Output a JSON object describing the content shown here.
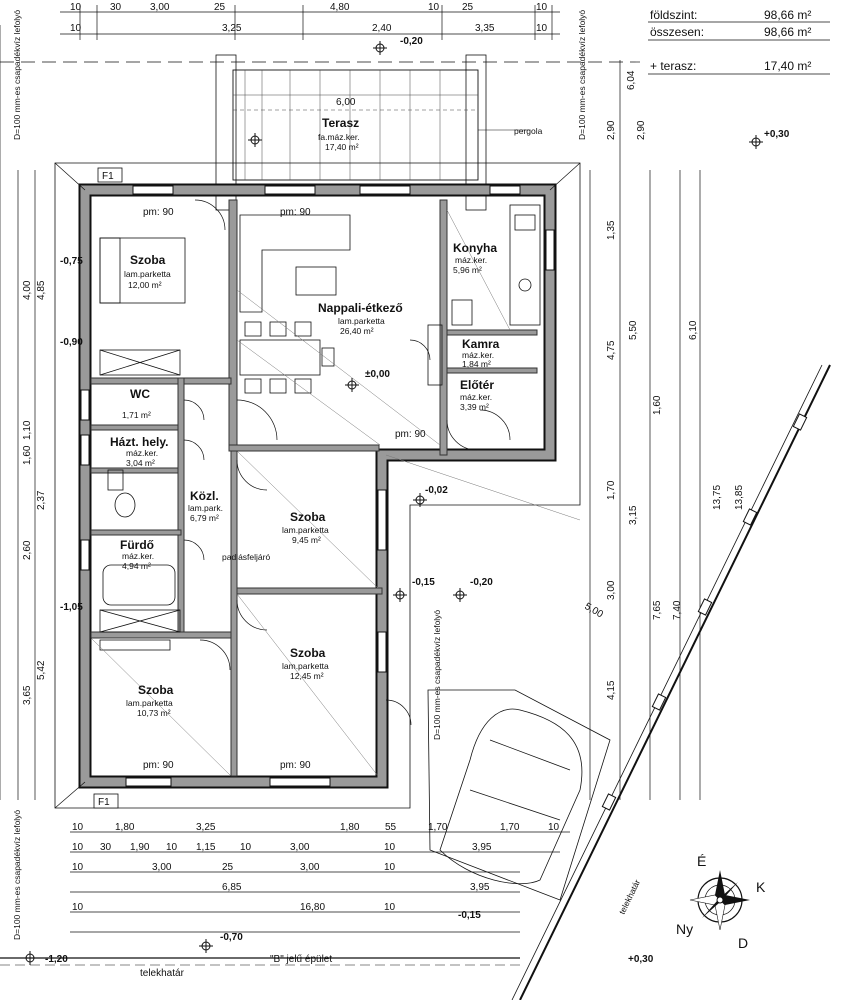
{
  "area_table": {
    "rows": [
      {
        "label": "földszint:",
        "value": "98,66 m²"
      },
      {
        "label": "összesen:",
        "value": "98,66 m²"
      },
      {
        "label": "+ terasz:",
        "value": "17,40 m²"
      }
    ]
  },
  "rooms": [
    {
      "id": "terasz",
      "name": "Terasz",
      "finish": "fa.máz.ker.",
      "area": "17,40 m²"
    },
    {
      "id": "szoba1",
      "name": "Szoba",
      "finish": "lam.parketta",
      "area": "12,00 m²"
    },
    {
      "id": "nappali",
      "name": "Nappali-étkező",
      "finish": "lam.parketta",
      "area": "26,40 m²"
    },
    {
      "id": "konyha",
      "name": "Konyha",
      "finish": "máz.ker.",
      "area": "5,96 m²"
    },
    {
      "id": "kamra",
      "name": "Kamra",
      "finish": "máz.ker.",
      "area": "1,84 m²"
    },
    {
      "id": "eloter",
      "name": "Előtér",
      "finish": "máz.ker.",
      "area": "3,39 m²"
    },
    {
      "id": "wc",
      "name": "WC",
      "finish": "",
      "area": "1,71 m²"
    },
    {
      "id": "haztartas",
      "name": "Házt. hely.",
      "finish": "máz.ker.",
      "area": "3,04 m²"
    },
    {
      "id": "kozl",
      "name": "Közl.",
      "finish": "lam.park.",
      "area": "6,79 m²"
    },
    {
      "id": "szoba2",
      "name": "Szoba",
      "finish": "lam.parketta",
      "area": "9,45 m²"
    },
    {
      "id": "furdo",
      "name": "Fürdő",
      "finish": "máz.ker.",
      "area": "4,94 m²"
    },
    {
      "id": "szoba3",
      "name": "Szoba",
      "finish": "lam.parketta",
      "area": "12,45 m²"
    },
    {
      "id": "szoba4",
      "name": "Szoba",
      "finish": "lam.parketta",
      "area": "10,73 m²"
    }
  ],
  "annotations": {
    "pergola": "pergola",
    "padlasfeljaro": "padlásfeljáró",
    "telekhatar": "telekhatár",
    "building_label": "\"B\" jelű épület",
    "gutter": "D=100 mm-es csapadékvíz lefolyó",
    "f1": "F1",
    "pm90": "pm: 90"
  },
  "levels": [
    "±0,00",
    "-0,02",
    "-0,15",
    "-0,20",
    "-0,70",
    "-1,20",
    "+0,30",
    "-0,20",
    "-0,75",
    "-0,90",
    "-1,05",
    "-0,15",
    "+0,30"
  ],
  "dimensions": {
    "top_row1": [
      "10",
      "30",
      "3,00",
      "25",
      "4,80",
      "10",
      "25",
      "10"
    ],
    "top_row2": [
      "10",
      "3,25",
      "2,40",
      "3,35",
      "10"
    ],
    "top_misc": [
      "6,00",
      "6,04",
      "2,90"
    ],
    "bottom_row1": [
      "10",
      "1,80",
      "3,25",
      "1,80",
      "55",
      "1,70",
      "1,70",
      "10"
    ],
    "bottom_row2": [
      "10",
      "30",
      "1,90",
      "10",
      "1,15",
      "10",
      "3,00",
      "10",
      "3,95"
    ],
    "bottom_row3": [
      "10",
      "3,00",
      "25",
      "3,00",
      "10"
    ],
    "bottom_row4": [
      "6,85",
      "3,95"
    ],
    "bottom_row5": [
      "10",
      "16,80",
      "10"
    ],
    "right_col": [
      "1,35",
      "2,90",
      "5,50",
      "6,10",
      "4,75",
      "1,60",
      "1,70",
      "3,15",
      "3,00",
      "7,65",
      "7,40",
      "4,15",
      "13,75",
      "13,85",
      "5,00"
    ],
    "left_col": [
      "4,00",
      "4,85",
      "1,10",
      "1,60",
      "2,60",
      "3,65",
      "5,42",
      "2,37"
    ]
  },
  "compass": {
    "north": "É",
    "east": "K",
    "south": "D",
    "west": "Ny"
  },
  "colors": {
    "line": "#111111",
    "wall": "#8a8a8a",
    "background": "#ffffff"
  }
}
